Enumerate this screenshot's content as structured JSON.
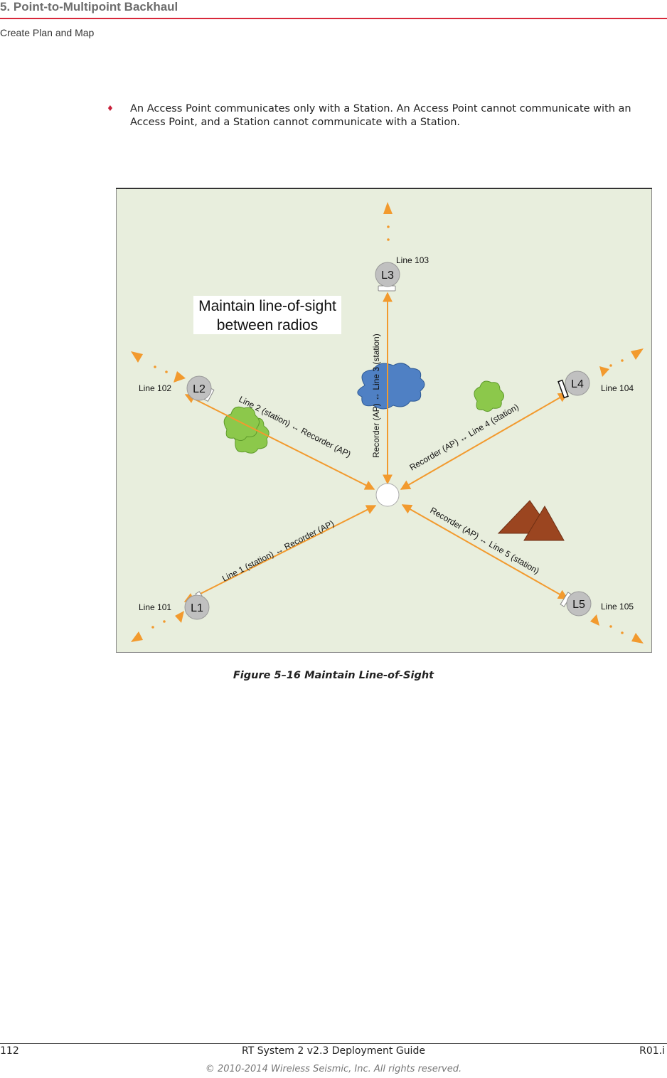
{
  "header": {
    "chapter_title": "5. Point-to-Multipoint Backhaul",
    "section_title": "Create Plan and Map"
  },
  "body": {
    "bullet_symbol": "♦",
    "bullet_text": "An Access Point communicates only with a Station. An Access Point cannot communicate with an Access Point, and a Station cannot communicate with a Station."
  },
  "figure": {
    "callout": [
      "Maintain line-of-sight",
      "between radios"
    ],
    "nodes": [
      {
        "id": "L1",
        "line_label": "Line 101"
      },
      {
        "id": "L2",
        "line_label": "Line 102"
      },
      {
        "id": "L3",
        "line_label": "Line 103"
      },
      {
        "id": "L4",
        "line_label": "Line 104"
      },
      {
        "id": "L5",
        "line_label": "Line 105"
      }
    ],
    "links": [
      "Line 1 (station) ↔ Recorder (AP)",
      "Line 2 (station) ↔ Recorder (AP)",
      "Recorder (AP) ↔ Line 3 (station)",
      "Recorder (AP) ↔ Line 4 (station)",
      "Recorder (AP) ↔ Line 5 (station)"
    ],
    "colors": {
      "background": "#e8eedd",
      "arrow": "#f29a2e",
      "node": "#c0c0c0",
      "tree": "#8cc84b",
      "cloud": "#4f80c4",
      "mountain": "#9b4520"
    }
  },
  "caption": "Figure 5–16  Maintain Line-of-Sight",
  "footer": {
    "page_number": "112",
    "doc_title": "RT System 2 v2.3 Deployment Guide",
    "revision": "R01.i",
    "copyright": "© 2010-2014 Wireless Seismic, Inc. All rights reserved."
  }
}
